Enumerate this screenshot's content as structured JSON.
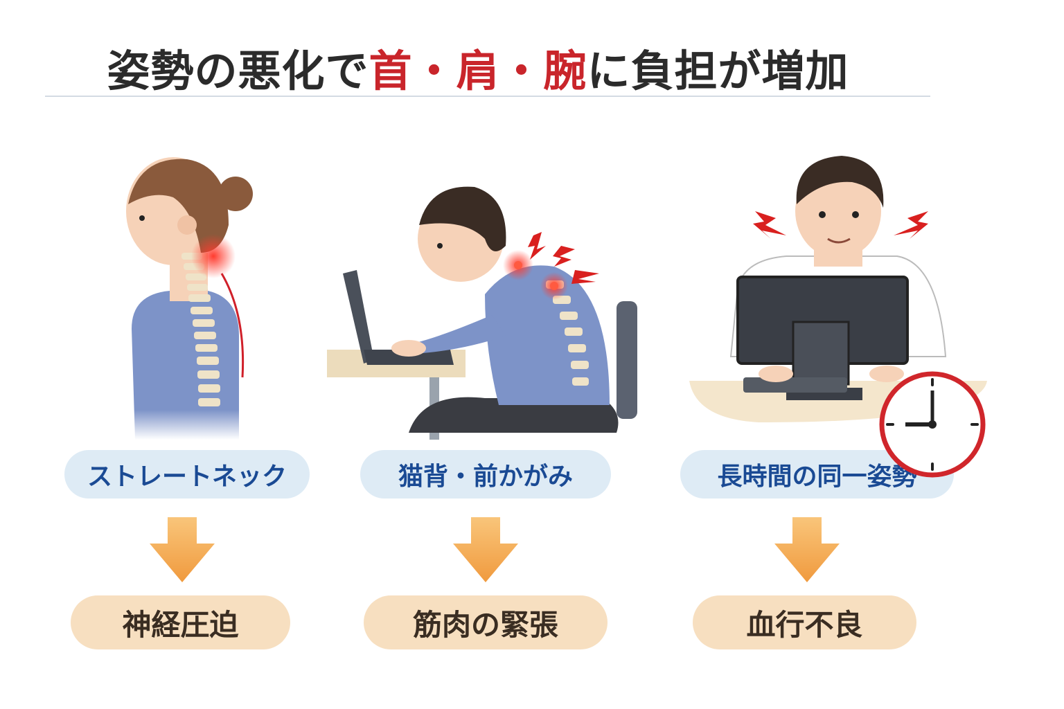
{
  "title": {
    "part1": "姿勢の悪化で",
    "highlight1": "首",
    "sep1": "・",
    "highlight2": "肩",
    "sep2": "・",
    "highlight3": "腕",
    "part2": "に負担が増加",
    "highlight_color": "#c9252b"
  },
  "columns": [
    {
      "cause": "ストレートネック",
      "effect": "神経圧迫",
      "illustration": "woman-side-view-spine"
    },
    {
      "cause": "猫背・前かがみ",
      "effect": "筋肉の緊張",
      "illustration": "man-hunched-laptop"
    },
    {
      "cause": "長時間の同一姿勢",
      "effect": "血行不良",
      "illustration": "man-desktop-computer-clock"
    }
  ],
  "colors": {
    "cause_bg": "#deebf5",
    "cause_text": "#1a4a94",
    "effect_bg": "#f7dfc0",
    "arrow": "#f2a446",
    "pain": "#e8281e"
  }
}
